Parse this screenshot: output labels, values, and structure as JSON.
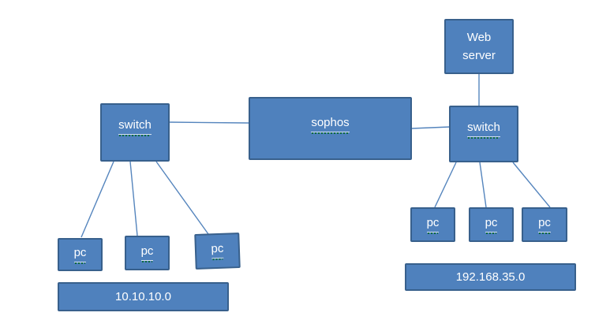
{
  "diagram": {
    "type": "network-topology",
    "nodes": {
      "web_server": {
        "label": "Web\nserver"
      },
      "switch_left": {
        "label": "switch"
      },
      "sophos": {
        "label": "sophos"
      },
      "switch_right": {
        "label": "switch"
      },
      "pc_left_1": {
        "label": "pc"
      },
      "pc_left_2": {
        "label": "pc"
      },
      "pc_left_3": {
        "label": "pc"
      },
      "pc_right_1": {
        "label": "pc"
      },
      "pc_right_2": {
        "label": "pc"
      },
      "pc_right_3": {
        "label": "pc"
      },
      "subnet_left": {
        "label": "10.10.10.0"
      },
      "subnet_right": {
        "label": "192.168.35.0"
      }
    },
    "connections": [
      {
        "from": "switch_left",
        "to": "sophos"
      },
      {
        "from": "sophos",
        "to": "switch_right"
      },
      {
        "from": "web_server",
        "to": "switch_right"
      },
      {
        "from": "switch_left",
        "to": "pc_left_1"
      },
      {
        "from": "switch_left",
        "to": "pc_left_2"
      },
      {
        "from": "switch_left",
        "to": "pc_left_3"
      },
      {
        "from": "switch_right",
        "to": "pc_right_1"
      },
      {
        "from": "switch_right",
        "to": "pc_right_2"
      },
      {
        "from": "switch_right",
        "to": "pc_right_3"
      }
    ],
    "colors": {
      "background": "#ffffff",
      "node_fill": "#4f81bd",
      "node_border": "#38608c",
      "connector": "#5585bd",
      "label_text": "#ffffff",
      "spellcheck_squiggle": "#0e6b3f"
    }
  }
}
